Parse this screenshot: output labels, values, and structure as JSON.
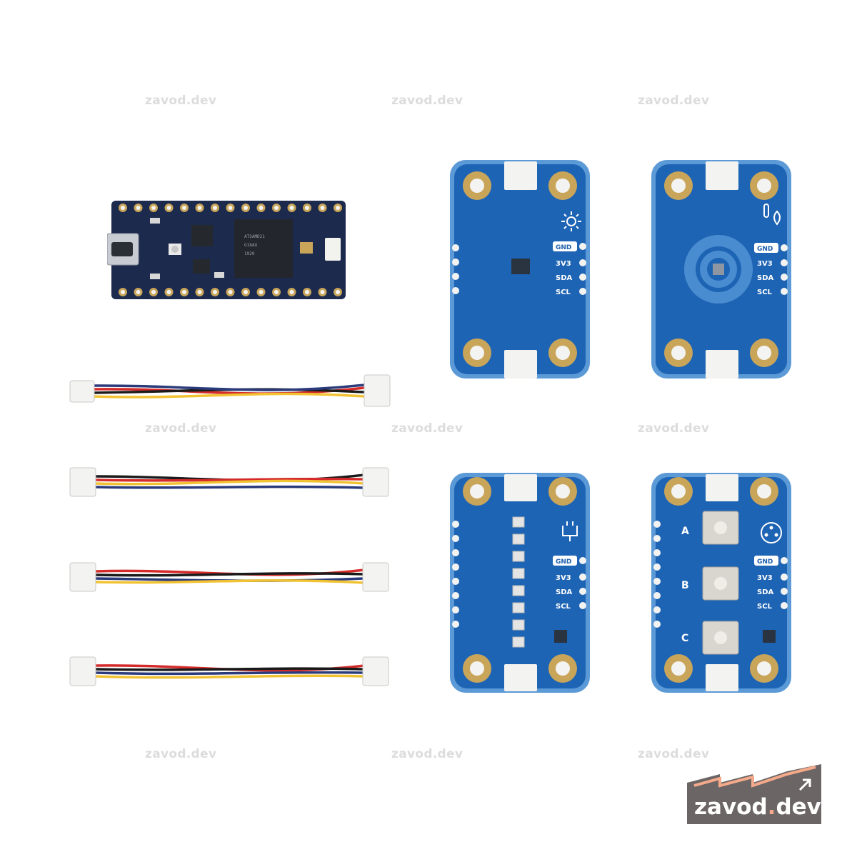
{
  "watermark": {
    "text": "zavod.dev"
  },
  "microcontroller": {
    "chip_marking": [
      "ATSAMD21",
      "G18AU",
      "1920"
    ]
  },
  "modules": {
    "light": {
      "pins": [
        "GND",
        "3V3",
        "SDA",
        "SCL"
      ]
    },
    "environment": {
      "pins": [
        "GND",
        "3V3",
        "SDA",
        "SCL"
      ]
    },
    "pixels": {
      "pins": [
        "GND",
        "3V3",
        "SDA",
        "SCL"
      ]
    },
    "buttons": {
      "pins": [
        "GND",
        "3V3",
        "SDA",
        "SCL"
      ],
      "button_labels": [
        "A",
        "B",
        "C"
      ]
    }
  },
  "logo": {
    "brand": "zavod",
    "dot": ".",
    "tld": "dev"
  },
  "colors": {
    "pcb_blue": "#1e64b4",
    "pcb_edge": "#5b9ad6",
    "board_navy": "#1c2a4e",
    "logo_bg": "#6b6665",
    "logo_accent": "#f4a98a",
    "cable_red": "#d42a2a",
    "cable_yellow": "#f1c232",
    "cable_black": "#1a1a1a",
    "cable_blue": "#2a3a7a"
  },
  "icons": [
    "sun-icon",
    "thermometer-droplet-icon",
    "plug-icon",
    "joystick-icon"
  ]
}
